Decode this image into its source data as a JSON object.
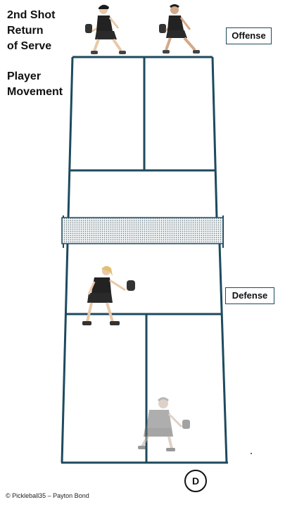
{
  "title": {
    "lines": [
      "2nd Shot",
      "Return",
      "of Serve",
      "",
      "Player",
      "Movement"
    ]
  },
  "labels": {
    "offense": "Offense",
    "defense": "Defense"
  },
  "marker": {
    "letter": "D"
  },
  "footer": {
    "copyright": "© Pickleball35 – Payton Bond"
  },
  "colors": {
    "court_line": "#1d4a5e",
    "net_fill": "#d6dde0",
    "player_shirt": "#222222",
    "player_skin": "#e8c9a8",
    "ghost_player": "#9a9a9a"
  },
  "icons": {
    "players": "pickleball-player-figure",
    "net": "net-mesh"
  }
}
